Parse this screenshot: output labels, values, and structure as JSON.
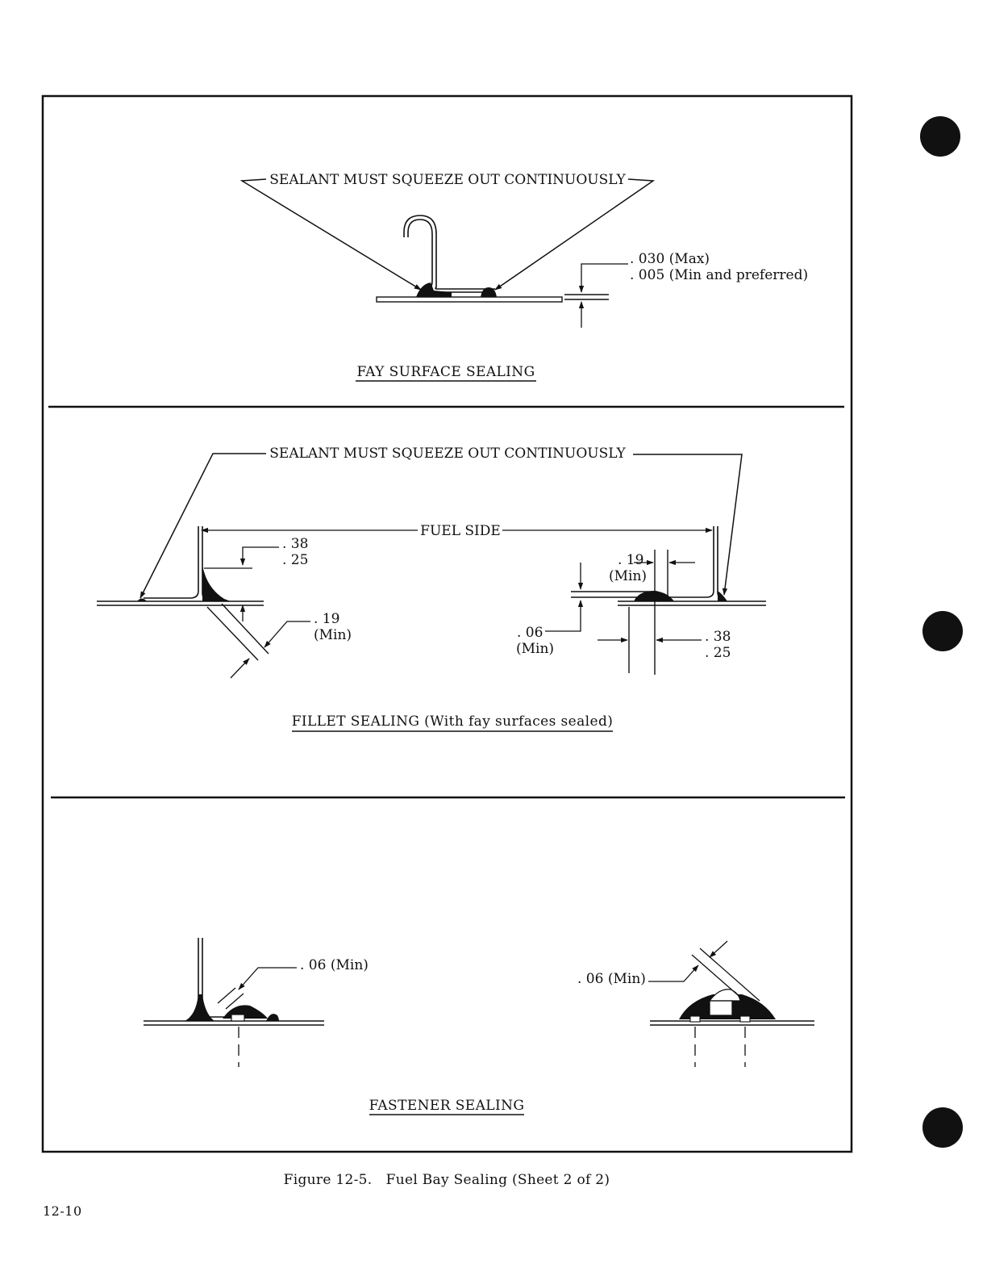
{
  "panels": {
    "fay": {
      "callout": "SEALANT MUST SQUEEZE OUT CONTINUOUSLY",
      "dim_max": ". 030 (Max)",
      "dim_min": ". 005 (Min and preferred)",
      "title": "FAY SURFACE SEALING"
    },
    "fillet": {
      "callout": "SEALANT MUST SQUEEZE OUT CONTINUOUSLY",
      "fuel_side": "FUEL SIDE",
      "left_h1": ". 38",
      "left_h2": ". 25",
      "left_w1": ". 19",
      "left_w2": "(Min)",
      "right_top1": ". 19",
      "right_top2": "(Min)",
      "right_gap1": ". 06",
      "right_gap2": "(Min)",
      "right_bot1": ". 38",
      "right_bot2": ". 25",
      "title": "FILLET SEALING (With fay surfaces sealed)"
    },
    "fastener": {
      "left_dim": ". 06 (Min)",
      "right_dim": ". 06 (Min)",
      "title": "FASTENER SEALING"
    }
  },
  "figure_caption": "Figure 12-5.   Fuel Bay Sealing (Sheet 2 of 2)",
  "page_number": "12-10",
  "colors": {
    "ink": "#111111",
    "paper": "#ffffff"
  }
}
